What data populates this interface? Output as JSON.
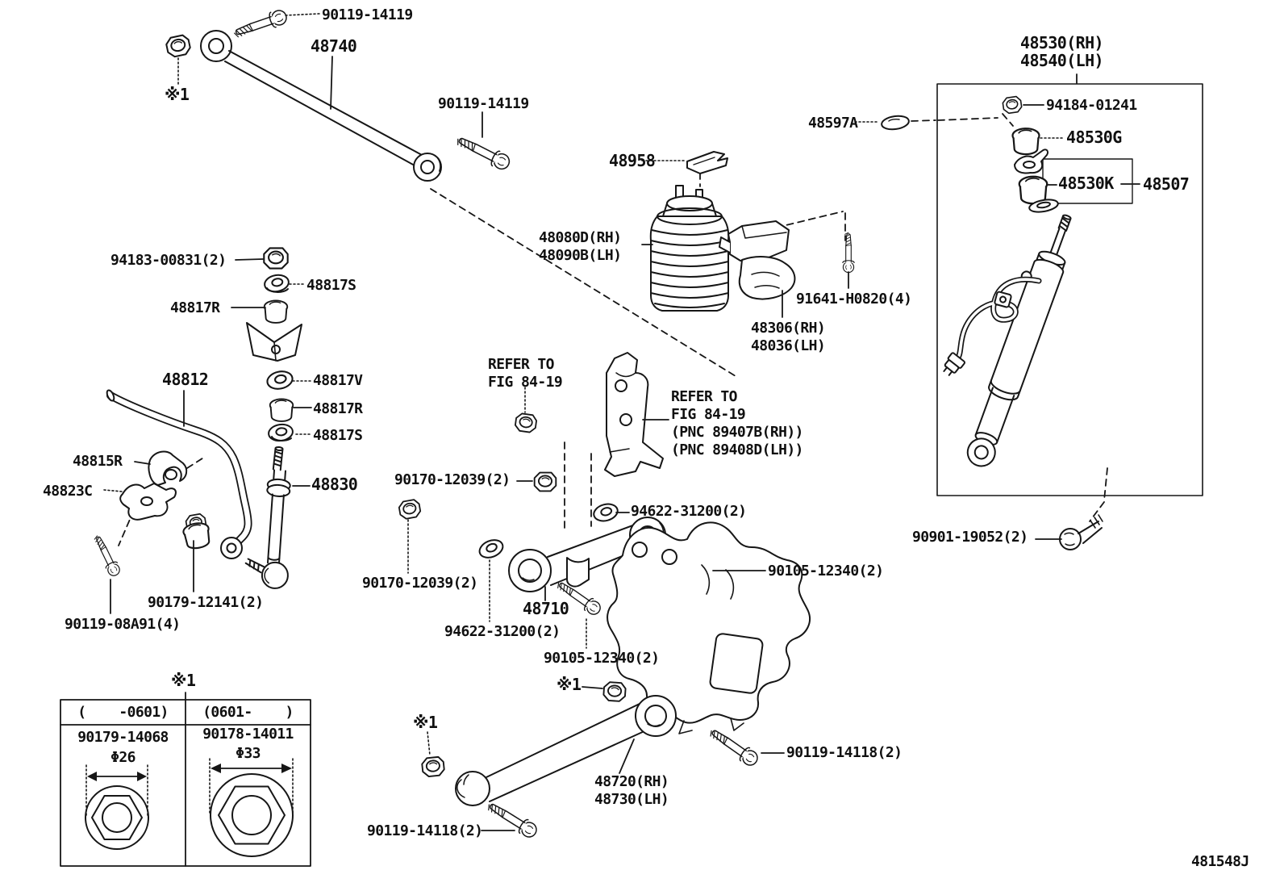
{
  "doc": {
    "drawing_number": "481548J",
    "line_color": "#161616",
    "background": "#ffffff"
  },
  "labels": {
    "l90119_14119_a": "90119-14119",
    "l48740": "48740",
    "ref1_a": "※1",
    "l90119_14119_b": "90119-14119",
    "l48530_48540": "48530(RH)\n48540(LH)",
    "l94184_01241": "94184-01241",
    "l48597A": "48597A",
    "l48530G": "48530G",
    "l48530K": "48530K",
    "l48507": "48507",
    "l48958": "48958",
    "l48080D_48090B": "48080D(RH)\n48090B(LH)",
    "l91641_H0820": "91641-H0820(4)",
    "l48306_48036": "48306(RH)\n48036(LH)",
    "l94183_00831": "94183-00831(2)",
    "l48817S_a": "48817S",
    "l48817R_a": "48817R",
    "l48812": "48812",
    "l48817V": "48817V",
    "l48817R_b": "48817R",
    "l48817S_b": "48817S",
    "l48815R": "48815R",
    "l48823C": "48823C",
    "l48830": "48830",
    "l90170_12039_a": "90170-12039(2)",
    "refer_fig_a": "REFER TO\nFIG 84-19",
    "refer_fig_b": "REFER TO\nFIG 84-19\n(PNC 89407B(RH))\n(PNC 89408D(LH))",
    "l94622_31200_a": "94622-31200(2)",
    "l90170_12039_b": "90170-12039(2)",
    "l48710": "48710",
    "l94622_31200_b": "94622-31200(2)",
    "l90105_12340_a": "90105-12340(2)",
    "l90105_12340_b": "90105-12340(2)",
    "l90901_19052": "90901-19052(2)",
    "l90179_12141": "90179-12141(2)",
    "l90119_08A91": "90119-08A91(4)",
    "ref1_b": "※1",
    "ref1_c": "※1",
    "l48720_48730": "48720(RH)\n48730(LH)",
    "l90119_14118_a": "90119-14118(2)",
    "l90119_14118_b": "90119-14118(2)"
  },
  "table": {
    "note": "※1",
    "columns": [
      {
        "period": "(    -0601)",
        "part": "90179-14068",
        "dia": "Φ26"
      },
      {
        "period": "(0601-    )",
        "part": "90178-14011",
        "dia": "Φ33"
      }
    ]
  }
}
